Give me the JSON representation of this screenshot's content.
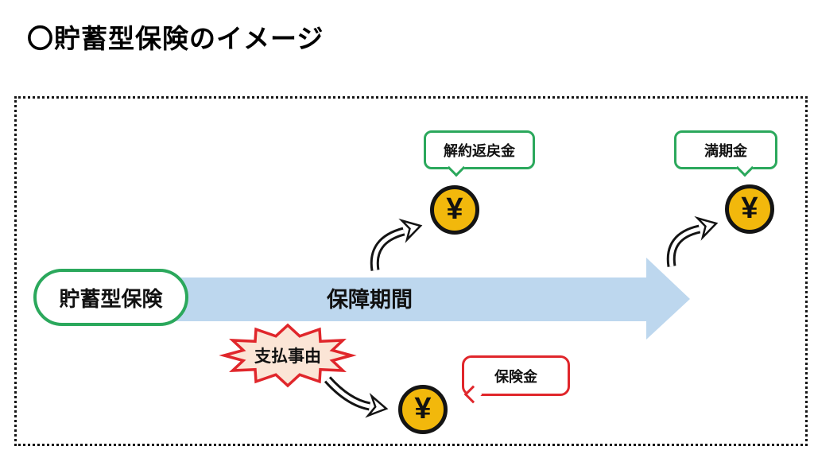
{
  "title": "〇貯蓄型保険のイメージ",
  "diagram": {
    "policy_label": "貯蓄型保険",
    "timeline_label": "保障期間",
    "surrender_value_label": "解約返戻金",
    "maturity_label": "満期金",
    "payment_event_label": "支払事由",
    "insurance_payout_label": "保険金",
    "yen_symbol": "¥",
    "colors": {
      "green_accent": "#2BA85C",
      "red_accent": "#E0262B",
      "coin_gold": "#F2B80C",
      "timeline_blue": "#BDD7EE",
      "starburst_fill": "#FBE5D6"
    }
  }
}
